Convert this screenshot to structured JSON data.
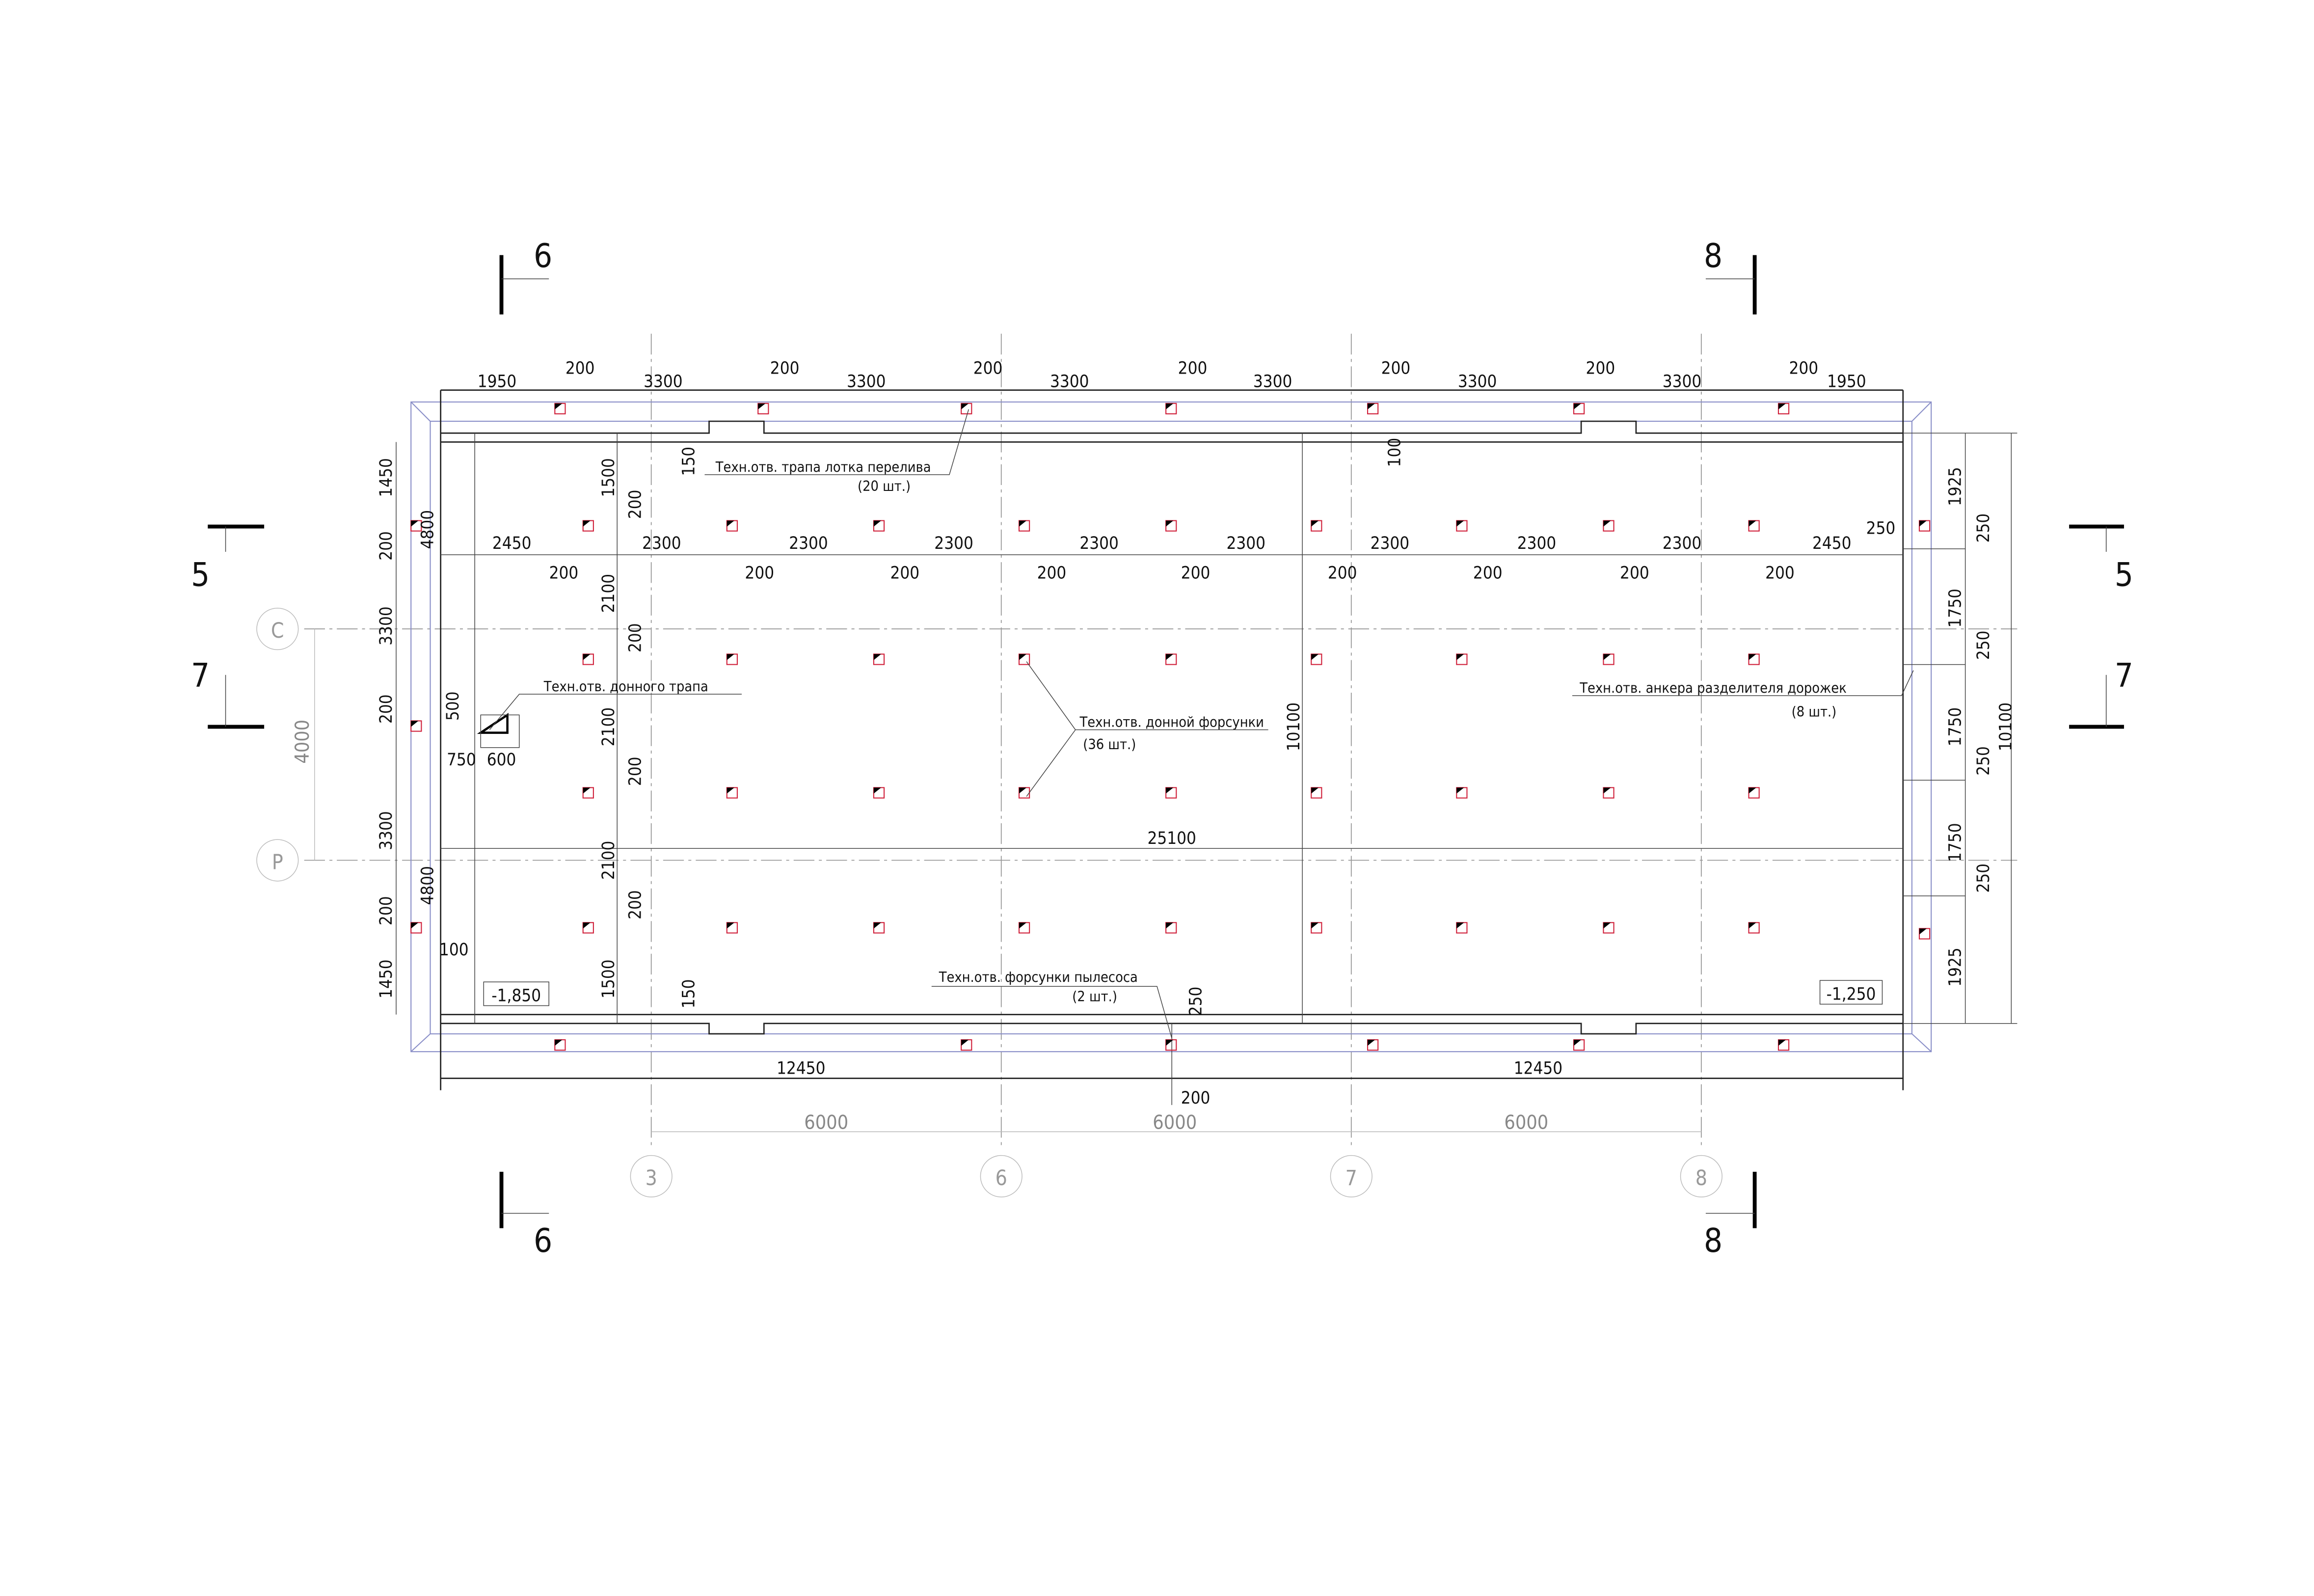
{
  "sections": {
    "s6": "6",
    "s8": "8",
    "s5": "5",
    "s7": "7"
  },
  "axes": {
    "a3": "3",
    "a6": "6",
    "a7": "7",
    "a8": "8",
    "aC": "С",
    "aP": "Р"
  },
  "top_dims": [
    "1950",
    "3300",
    "3300",
    "3300",
    "3300",
    "3300",
    "3300",
    "1950"
  ],
  "top_small": [
    "200",
    "200",
    "200",
    "200",
    "200",
    "200",
    "200"
  ],
  "row_dims": [
    "2450",
    "2300",
    "2300",
    "2300",
    "2300",
    "2300",
    "2300",
    "2300",
    "2300",
    "2450"
  ],
  "row_small": [
    "200",
    "200",
    "200",
    "200",
    "200",
    "200",
    "200",
    "200",
    "200"
  ],
  "left_outer": [
    "1450",
    "200",
    "3300",
    "200",
    "3300",
    "200",
    "1450"
  ],
  "left_inner": [
    "4800",
    "4800"
  ],
  "left_axis_dim": "4000",
  "col_dims": [
    "1500",
    "200",
    "2100",
    "200",
    "2100",
    "200",
    "2100",
    "200",
    "1500"
  ],
  "misc_dims": {
    "d150a": "150",
    "d150b": "150",
    "d100top": "100",
    "d100left": "100",
    "d500": "500",
    "d750": "750",
    "d600": "600",
    "d10100": "10100",
    "d25100": "25100",
    "d250r": "250",
    "d250b": "250",
    "d200b": "200"
  },
  "right_dims": [
    "1925",
    "250",
    "1750",
    "250",
    "1750",
    "250",
    "1750",
    "250",
    "1925"
  ],
  "right_total": "10100",
  "bottom_dims": [
    "12450",
    "12450"
  ],
  "axis_dims": [
    "6000",
    "6000",
    "6000"
  ],
  "annotations": {
    "overflow": "Техн.отв. трапа лотка перелива",
    "overflow_count": "(20 шт.)",
    "bottom_drain": "Техн.отв. донного трапа",
    "bottom_nozzle": "Техн.отв. донной форсунки",
    "bottom_nozzle_count": "(36 шт.)",
    "anchor": "Техн.отв. анкера разделителя дорожек",
    "anchor_count": "(8 шт.)",
    "vacuum": "Техн.отв. форсунки пылесоса",
    "vacuum_count": "(2 шт.)"
  },
  "elevations": {
    "left": "-1,850",
    "right": "-1,250"
  }
}
